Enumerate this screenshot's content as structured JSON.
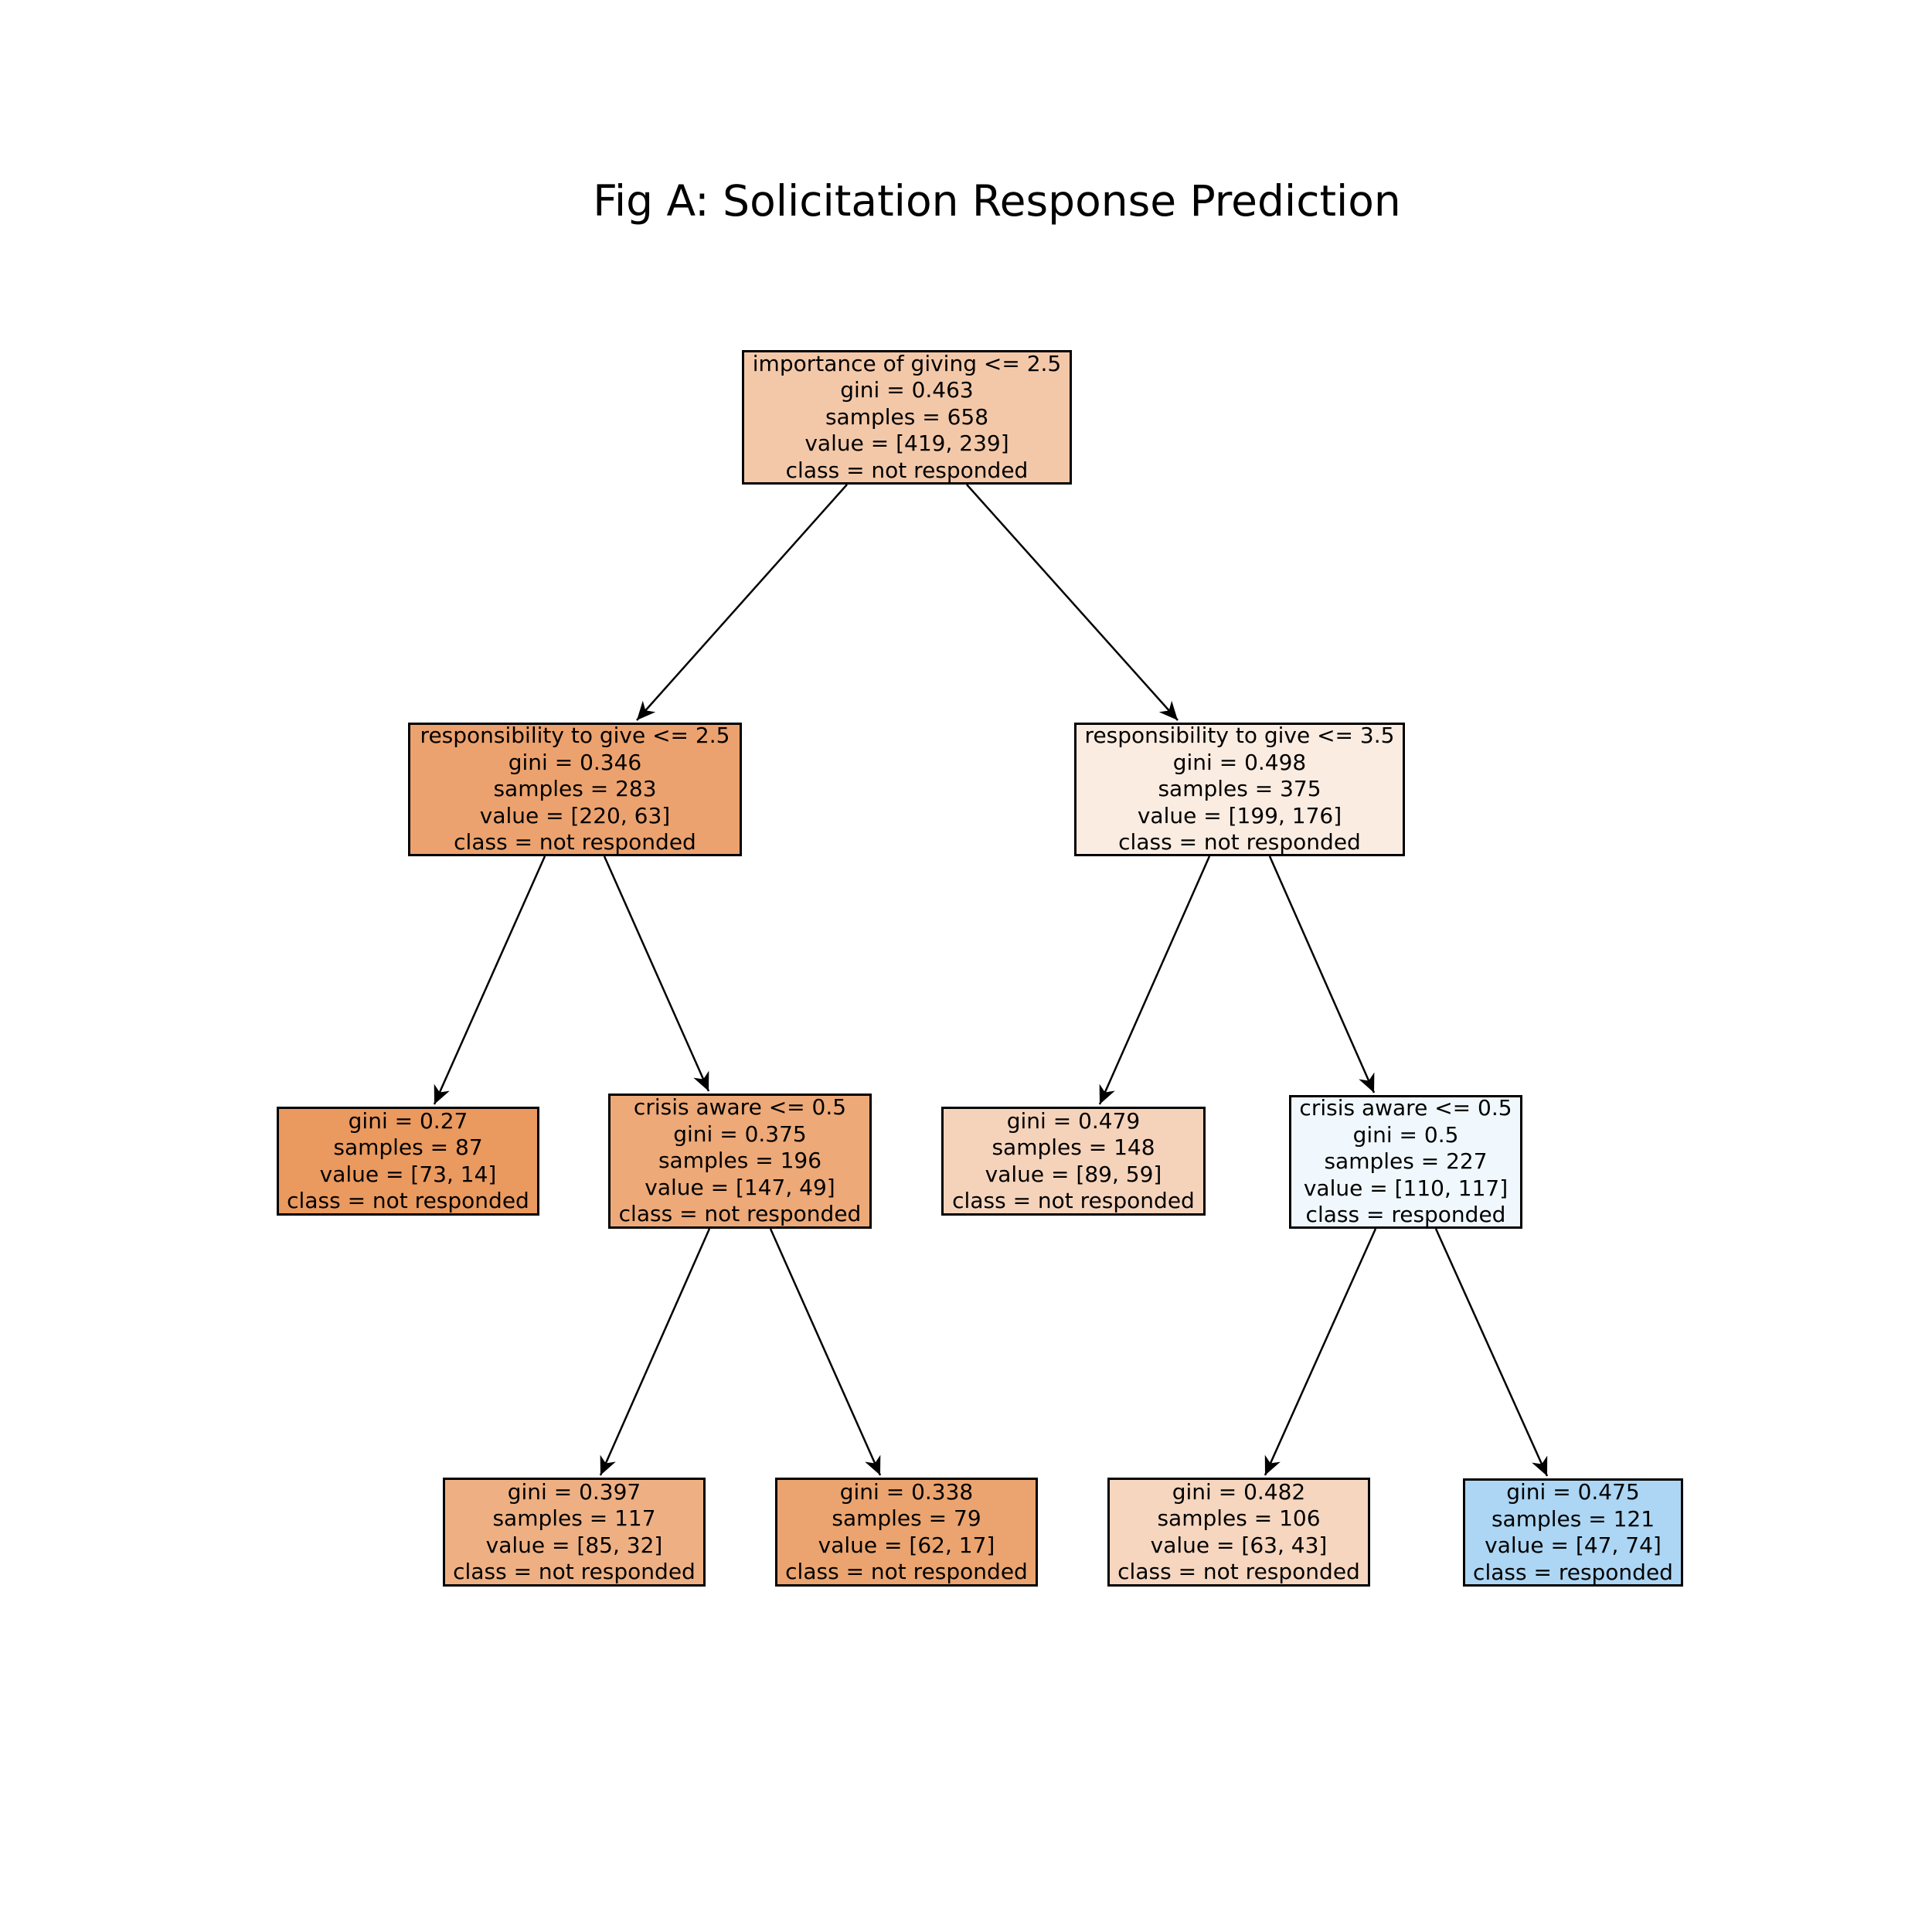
{
  "title": "Fig A: Solicitation Response Prediction",
  "tree": {
    "classes": [
      "not responded",
      "responded"
    ],
    "accent_orange": "#e58139",
    "accent_blue": "#399de5"
  },
  "nodes": [
    {
      "name": "root",
      "lines": [
        "importance of giving <= 2.5",
        "gini = 0.463",
        "samples = 658",
        "value = [419, 239]",
        "class = not responded"
      ],
      "color": "#f3c8a9"
    },
    {
      "name": "depth1-left",
      "lines": [
        "responsibility to give <= 2.5",
        "gini = 0.346",
        "samples = 283",
        "value = [220, 63]",
        "class = not responded"
      ],
      "color": "#eca26e"
    },
    {
      "name": "depth1-right",
      "lines": [
        "responsibility to give <= 3.5",
        "gini = 0.498",
        "samples = 375",
        "value = [199, 176]",
        "class = not responded"
      ],
      "color": "#fbece1"
    },
    {
      "name": "depth2-leaf-1",
      "lines": [
        "gini = 0.27",
        "samples = 87",
        "value = [73, 14]",
        "class = not responded"
      ],
      "color": "#ea995f"
    },
    {
      "name": "depth2-split-2",
      "lines": [
        "crisis aware <= 0.5",
        "gini = 0.375",
        "samples = 196",
        "value = [147, 49]",
        "class = not responded"
      ],
      "color": "#eda978"
    },
    {
      "name": "depth2-leaf-3",
      "lines": [
        "gini = 0.479",
        "samples = 148",
        "value = [89, 59]",
        "class = not responded"
      ],
      "color": "#f5d3bb"
    },
    {
      "name": "depth2-split-4",
      "lines": [
        "crisis aware <= 0.5",
        "gini = 0.5",
        "samples = 227",
        "value = [110, 117]",
        "class = responded"
      ],
      "color": "#f0f8fd"
    },
    {
      "name": "depth3-leaf-1",
      "lines": [
        "gini = 0.397",
        "samples = 117",
        "value = [85, 32]",
        "class = not responded"
      ],
      "color": "#eeb083"
    },
    {
      "name": "depth3-leaf-2",
      "lines": [
        "gini = 0.338",
        "samples = 79",
        "value = [62, 17]",
        "class = not responded"
      ],
      "color": "#eba46f"
    },
    {
      "name": "depth3-leaf-3",
      "lines": [
        "gini = 0.482",
        "samples = 106",
        "value = [63, 43]",
        "class = not responded"
      ],
      "color": "#f6d6bf"
    },
    {
      "name": "depth3-leaf-4",
      "lines": [
        "gini = 0.475",
        "samples = 121",
        "value = [47, 74]",
        "class = responded"
      ],
      "color": "#acd6f3"
    }
  ]
}
